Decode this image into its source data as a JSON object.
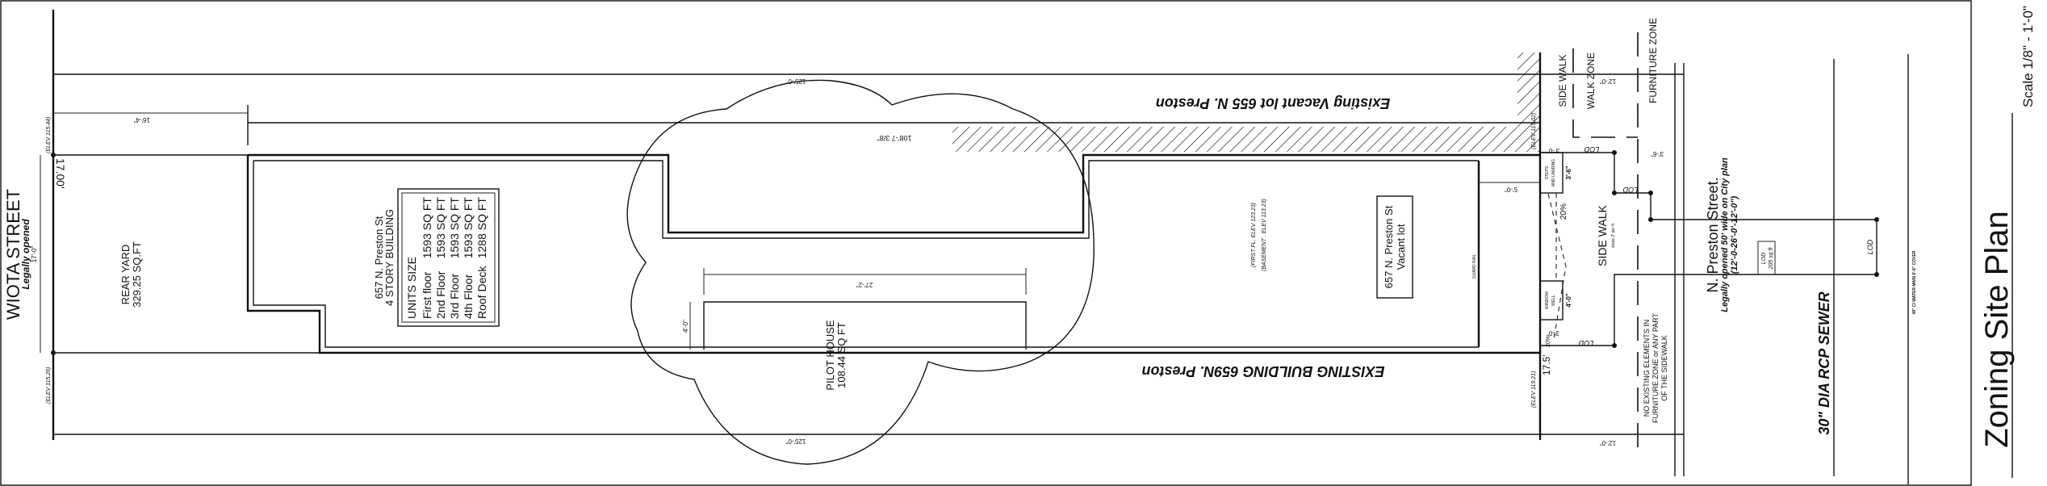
{
  "title": {
    "main": "Zoning  Site Plan",
    "scale": "Scale 1/8\" - 1'-0\""
  },
  "wiota": {
    "name": "WIOTA STREET",
    "legal": "Legally opened",
    "width": "17'-0\""
  },
  "rear_yard": {
    "label": "REAR YARD",
    "area": "329.25 SQ.FT"
  },
  "building": {
    "address": "657 N. Preston St",
    "type": "4 STORY BUILDING",
    "units_header": "UNITS SIZE",
    "units": [
      {
        "floor": "First floor",
        "size": "1593 SQ FT"
      },
      {
        "floor": "2nd Floor",
        "size": "1593 SQ FT"
      },
      {
        "floor": "3rd Floor",
        "size": "1593 SQ FT"
      },
      {
        "floor": "4th Floor",
        "size": "1593 SQ FT"
      },
      {
        "floor": "Roof Deck",
        "size": "1288 SQ FT"
      }
    ]
  },
  "pilot_house": {
    "label": "PILOT HOUSE",
    "area": "108.44  SQ FT"
  },
  "neighbors": {
    "north": "Existing Vacant lot  655 N. Preston",
    "south": "EXISTING BUILDING  659N. Preston"
  },
  "elevations": {
    "first_fl": "(FIRST FL. ELEV 123.23)",
    "basement": "(BASEMENT . ELEV 113.23)",
    "rear_top": "(ELEV 115.44)",
    "rear_bottom": "(ELEV 115.26)",
    "front_top": "(ELEV 119.02)",
    "front_bottom": "(ELEV 119.21)"
  },
  "vacant_lot": {
    "line1": "657 N. Preston St",
    "line2": "Vacant lot"
  },
  "guard_rail": "GUARD RAIL",
  "dimensions": {
    "lot_length_top": "125'-0\"",
    "lot_length_bottom": "125'-0\"",
    "building_length": "108'-7 3/8\"",
    "rear_depth": "16'-4\"",
    "lot_width": "17.00'",
    "pilot_length": "27'-2\"",
    "pilot_width": "4'-0\"",
    "setback": "5'-0\"",
    "sidewalk_top": "12'-0\"",
    "sidewalk_bottom": "12'-0\"",
    "furniture": "3'-6\"",
    "steps_depth": "3'-0\"",
    "steps_len": "3'-6\"",
    "well_depth": "3'-0\"",
    "well_len": "4'-0\"",
    "front_width": "17.5'",
    "slope_note": "20%",
    "slope_note2": "20%"
  },
  "sidewalk": {
    "side_walk": "SIDE WALK",
    "walk_zone": "WALK ZONE",
    "furniture_zone": "FURNITURE ZONE",
    "center_label": "SIDE WALK",
    "slope": "slope 2' per ft",
    "steps": "STEPS",
    "landing": "AND LANDING",
    "window": "WINDOW",
    "well": "WELL",
    "note": [
      "NO EXISTING ELEMENTS IN",
      "FURNITURE ZONE or ANY PART",
      "OF THE SIDEWALK"
    ]
  },
  "lod": {
    "label": "LOD",
    "label2": "LOD",
    "label3": "LOD",
    "label4": "LOD",
    "box1": "LOD",
    "box2": "205 sq ft"
  },
  "preston": {
    "name": "N. Preston  Street.",
    "legal": "Legally opened 50' wide on City plan",
    "dims": "(12'-0-26'-0'-12'-0\")"
  },
  "utilities": {
    "sewer": "30\" DIA    RCP    SEWER",
    "water": "48\" CI  WATER MAIN 6'-6\" COVER"
  }
}
